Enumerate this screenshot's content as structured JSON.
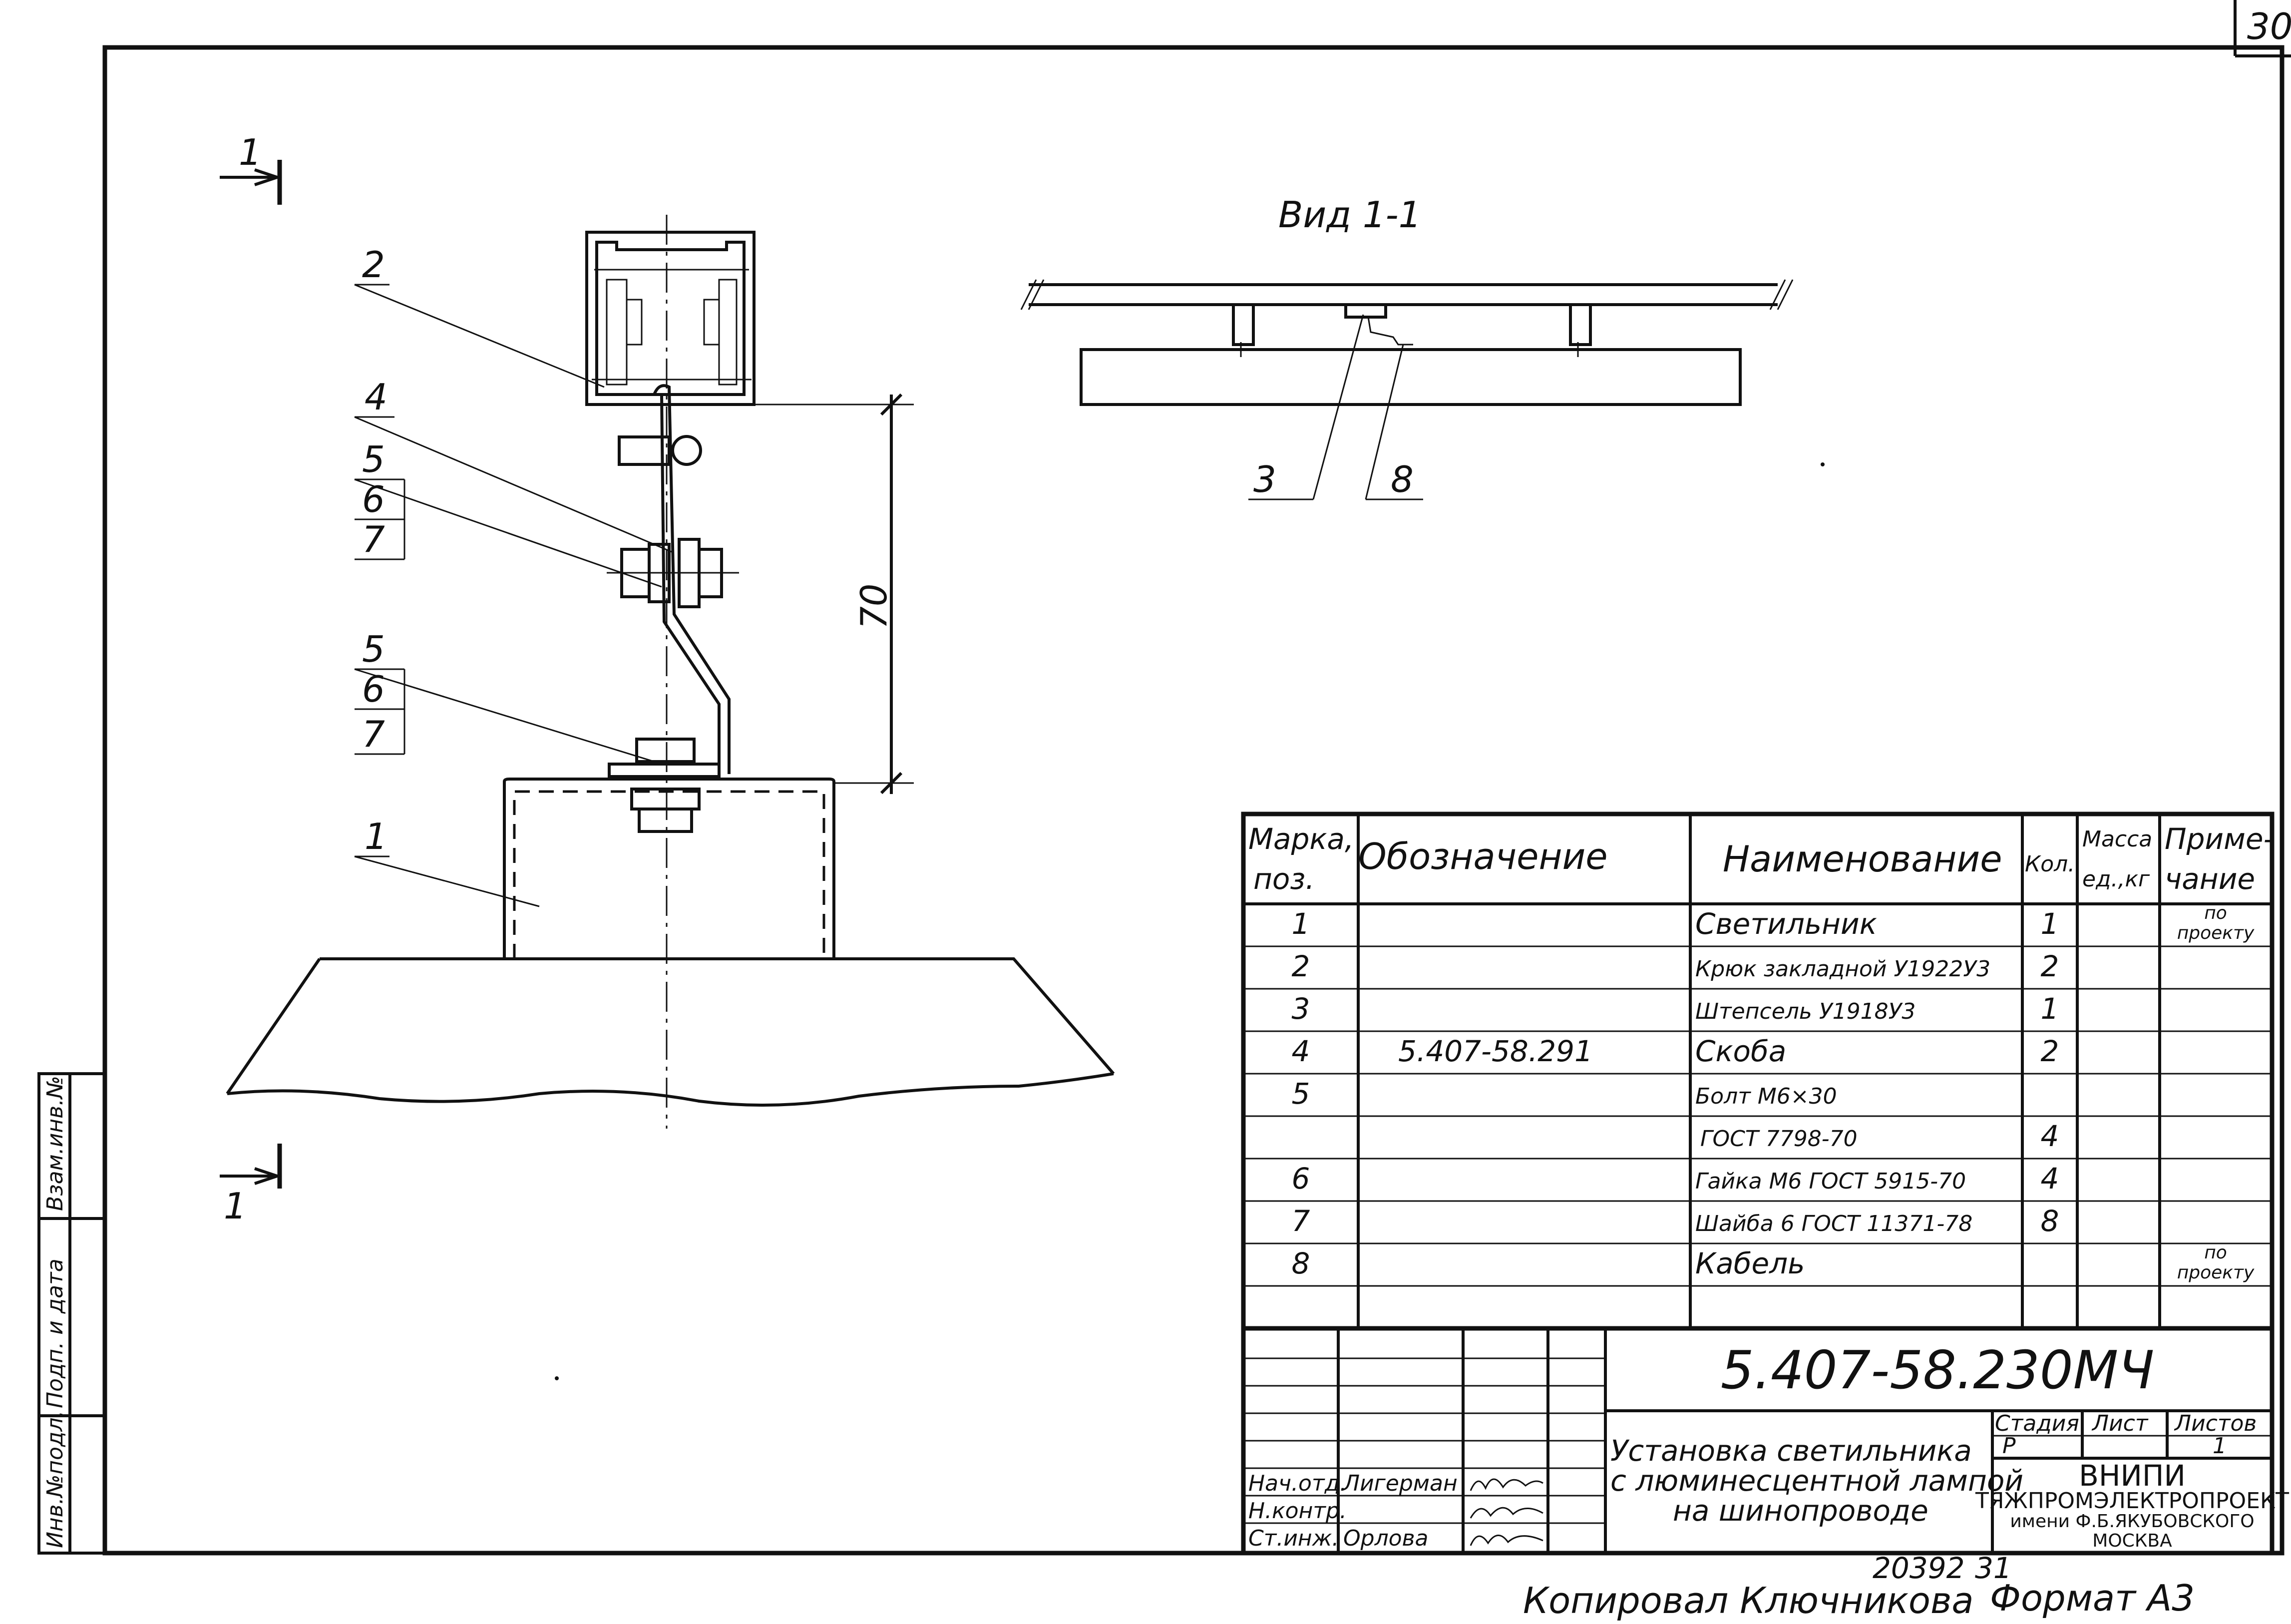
{
  "sheet_number": "30",
  "view_label": "Вид 1-1",
  "section_marks": {
    "top": "1",
    "bottom": "1"
  },
  "dimension": "70",
  "callouts": {
    "p1": "1",
    "p2": "2",
    "p3": "3",
    "p4": "4",
    "p5a": "5",
    "p6a": "6",
    "p7a": "7",
    "p5b": "5",
    "p6b": "6",
    "p7b": "7",
    "p8": "8"
  },
  "side_stamp": {
    "col1": "Взам.инв.№",
    "col2": "Подп. и дата",
    "col3": "Инв.№подл."
  },
  "spec_table": {
    "headers": {
      "mark_a": "Марка,",
      "mark_b": "поз.",
      "designation": "Обозначение",
      "name": "Наименование",
      "qty": "Кол.",
      "mass_a": "Масса",
      "mass_b": "ед.,кг",
      "note_a": "Приме-",
      "note_b": "чание"
    },
    "rows": [
      {
        "pos": "1",
        "designation": "",
        "name": "Светильник",
        "qty": "1",
        "note_a": "по",
        "note_b": "проекту"
      },
      {
        "pos": "2",
        "designation": "",
        "name": "Крюк закладной У1922У3",
        "qty": "2",
        "note_a": "",
        "note_b": ""
      },
      {
        "pos": "3",
        "designation": "",
        "name": "Штепсель У1918У3",
        "qty": "1",
        "note_a": "",
        "note_b": ""
      },
      {
        "pos": "4",
        "designation": "5.407-58.291",
        "name": "Скоба",
        "qty": "2",
        "note_a": "",
        "note_b": ""
      },
      {
        "pos": "5",
        "designation": "",
        "name": "Болт М6×30",
        "qty": "",
        "note_a": "",
        "note_b": ""
      },
      {
        "pos": "",
        "designation": "",
        "name": "ГОСТ 7798-70",
        "qty": "4",
        "note_a": "",
        "note_b": ""
      },
      {
        "pos": "6",
        "designation": "",
        "name": "Гайка М6 ГОСТ 5915-70",
        "qty": "4",
        "note_a": "",
        "note_b": ""
      },
      {
        "pos": "7",
        "designation": "",
        "name": "Шайба 6 ГОСТ 11371-78",
        "qty": "8",
        "note_a": "",
        "note_b": ""
      },
      {
        "pos": "8",
        "designation": "",
        "name": "Кабель",
        "qty": "",
        "note_a": "по",
        "note_b": "проекту"
      }
    ]
  },
  "title_block": {
    "doc_code": "5.407-58.230МЧ",
    "title_lines": [
      "Установка светильника",
      "с люминесцентной лампой",
      "на шинопроводе"
    ],
    "stage_hdr": "Стадия",
    "sheet_hdr": "Лист",
    "sheets_hdr": "Листов",
    "stage": "Р",
    "sheet": "",
    "sheets": "1",
    "org_lines": [
      "ВНИПИ",
      "ТЯЖПРОМЭЛЕКТРОПРОЕКТ",
      "имени Ф.Б.ЯКУБОВСКОГО",
      "МОСКВА"
    ],
    "roles": [
      {
        "role": "Нач.отд.",
        "name": "Лигерман"
      },
      {
        "role": "Н.контр.",
        "name": ""
      },
      {
        "role": "Ст.инж.",
        "name": "Орлова"
      }
    ]
  },
  "footer": {
    "inv_number": "20392",
    "page": "31",
    "copied_by": "Копировал Ключникова",
    "format": "Формат А3"
  }
}
